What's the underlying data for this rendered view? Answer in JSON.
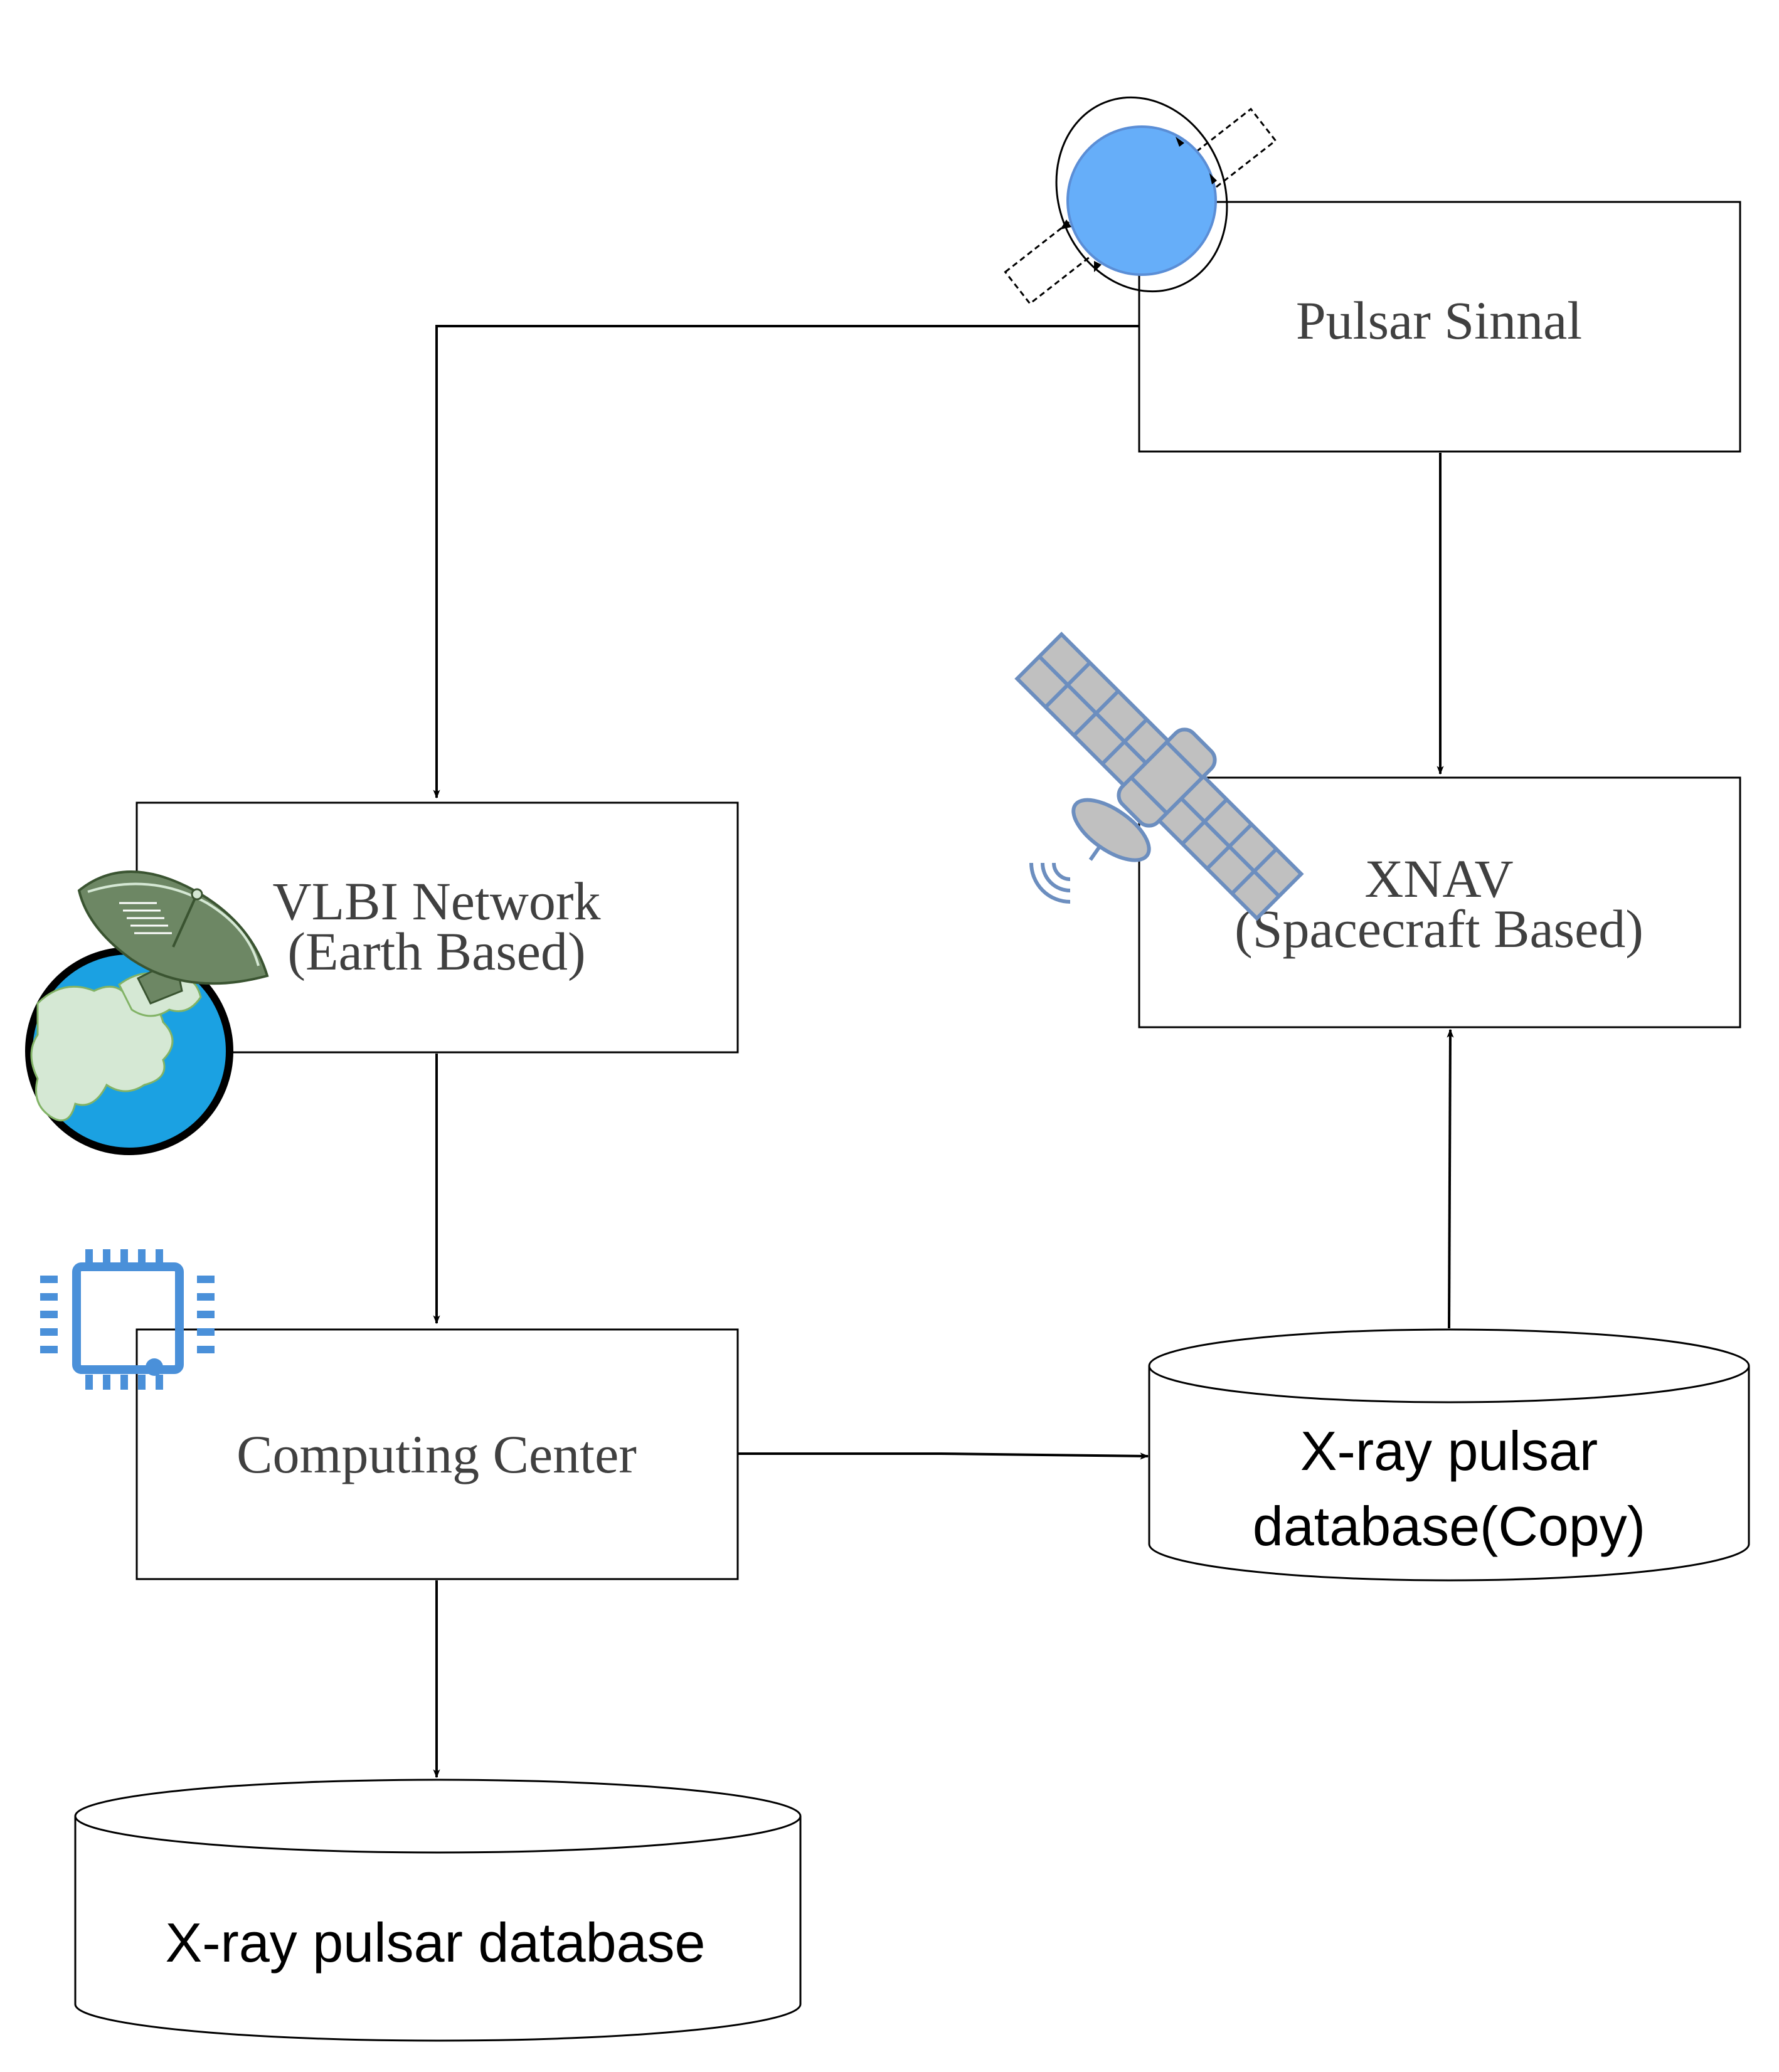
{
  "nodes": {
    "pulsar_signal": {
      "label": "Pulsar Sinnal"
    },
    "xnav": {
      "line1": "XNAV",
      "line2": "(Spacecraft Based)"
    },
    "vlbi": {
      "line1": "VLBI Network",
      "line2": "(Earth Based)"
    },
    "computing": {
      "label": "Computing Center"
    },
    "database_copy": {
      "line1": "X-ray pulsar",
      "line2": "database(Copy)"
    },
    "database": {
      "label": "X-ray pulsar database"
    }
  },
  "icons": {
    "pulsar": "pulsar-star-icon",
    "satellite": "satellite-icon",
    "earth_antenna": "earth-radio-telescope-icon",
    "processor": "processor-chip-icon"
  },
  "colors": {
    "pulsar_fill": "#66aef9",
    "pulsar_stroke": "#5b8ed6",
    "chip_blue": "#4a90d9",
    "satellite_body": "#c0c0c0",
    "satellite_stroke": "#6c8ebf",
    "earth_ocean": "#1ba1e2",
    "earth_land": "#d5e8d4",
    "dish_green": "#6d8764"
  }
}
